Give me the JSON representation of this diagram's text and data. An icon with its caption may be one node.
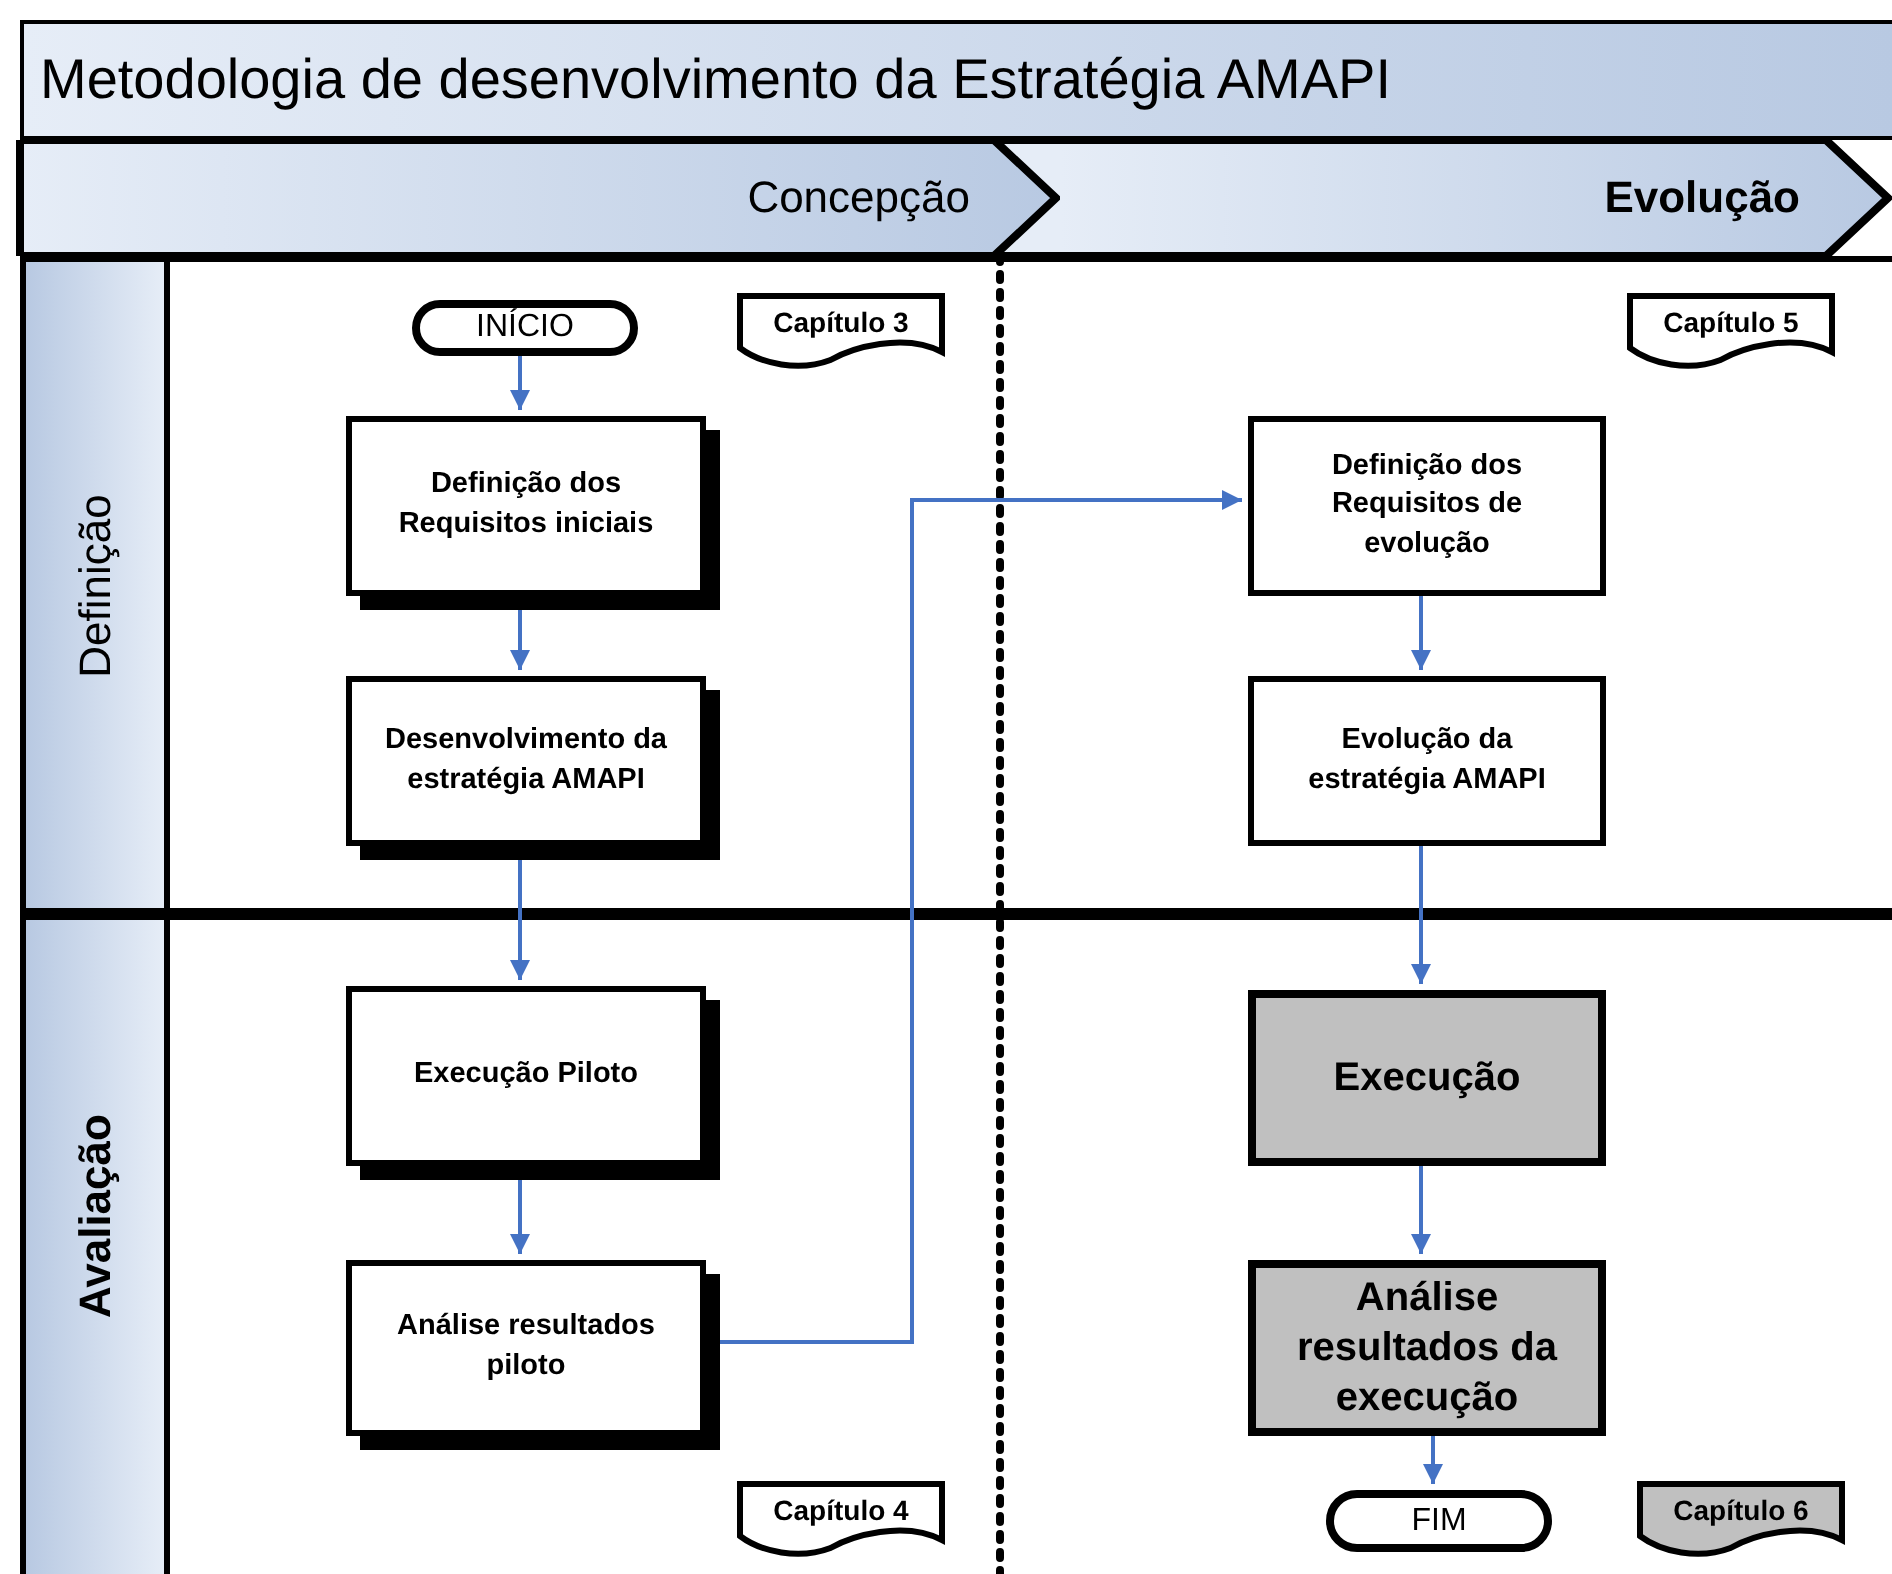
{
  "diagram": {
    "title": "Metodologia de desenvolvimento da Estratégia AMAPI",
    "nodes": [
      {
        "text": [
          "Concepção"
        ]
      },
      {
        "text": [
          "Evolução"
        ]
      },
      {
        "text": [
          "Definição"
        ]
      },
      {
        "text": [
          "INÍCIO"
        ],
        "in": 2
      },
      {
        "text": [
          "Capítulo 3"
        ],
        "in": 2
      },
      {
        "text": [
          "Definição dos Requisitos iniciais"
        ],
        "in": 2
      },
      {
        "text": [
          "Desenvolvimento da estratégia AMAPI"
        ],
        "in": 2
      },
      {
        "text": [
          "Capítulo 5"
        ],
        "in": 2
      },
      {
        "text": [
          "Definição dos Requisitos de evolução"
        ],
        "in": 2
      },
      {
        "text": [
          "Evolução da estratégia AMAPI"
        ],
        "in": 2
      },
      {
        "text": [
          "Avaliação"
        ]
      },
      {
        "text": [
          "Execução Piloto"
        ],
        "in": 10
      },
      {
        "text": [
          "Análise resultados piloto"
        ],
        "in": 10
      },
      {
        "text": [
          "Execução"
        ],
        "in": 10
      },
      {
        "text": [
          "Análise resultados da execução"
        ],
        "in": 10
      },
      {
        "text": [
          "Capítulo 4"
        ],
        "in": 10
      },
      {
        "text": [
          "FIM"
        ],
        "in": 10
      },
      {
        "text": [
          "Capítulo 6"
        ],
        "in": 10
      }
    ],
    "edges": [
      {
        "from": 3,
        "to": 5,
        "arrow": "to"
      },
      {
        "from": 5,
        "to": 6,
        "arrow": "to"
      },
      {
        "from": 6,
        "to": 11,
        "arrow": "to"
      },
      {
        "from": 11,
        "to": 12,
        "arrow": "to"
      },
      {
        "from": 12,
        "to": 8,
        "arrow": "to"
      },
      {
        "from": 8,
        "to": 9,
        "arrow": "to"
      },
      {
        "from": 9,
        "to": 13,
        "arrow": "to"
      },
      {
        "from": 13,
        "to": 14,
        "arrow": "to"
      },
      {
        "from": 14,
        "to": 16,
        "arrow": "to"
      }
    ]
  }
}
